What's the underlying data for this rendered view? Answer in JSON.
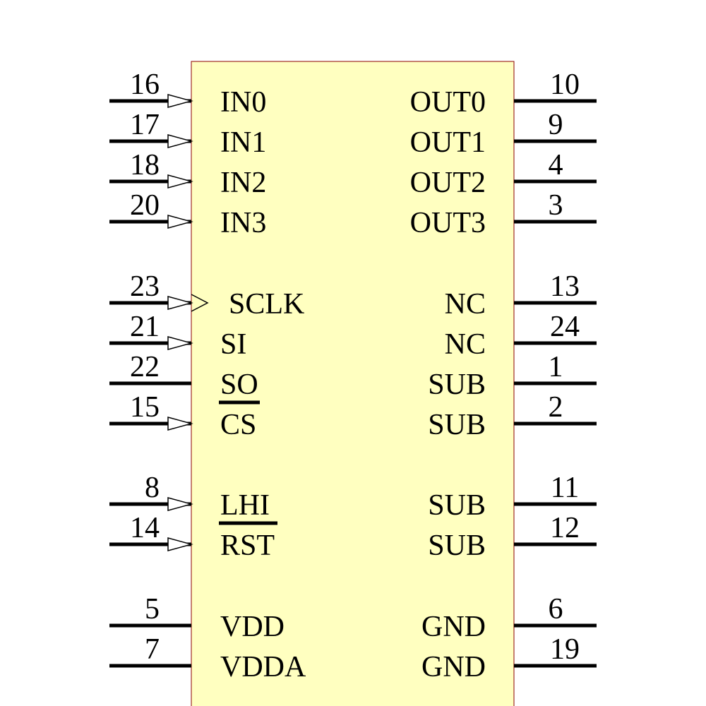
{
  "colors": {
    "body_fill": "#ffffc0",
    "body_stroke": "#8b0000",
    "pin": "#000000"
  },
  "left_pins": [
    {
      "number": "16",
      "name": "IN0",
      "direction": "input",
      "overbar": false
    },
    {
      "number": "17",
      "name": "IN1",
      "direction": "input",
      "overbar": false
    },
    {
      "number": "18",
      "name": "IN2",
      "direction": "input",
      "overbar": false
    },
    {
      "number": "20",
      "name": "IN3",
      "direction": "input",
      "overbar": false
    },
    {
      "number": "23",
      "name": "SCLK",
      "direction": "clock",
      "overbar": false
    },
    {
      "number": "21",
      "name": "SI",
      "direction": "input",
      "overbar": false
    },
    {
      "number": "22",
      "name": "SO",
      "direction": "output",
      "overbar": false
    },
    {
      "number": "15",
      "name": "CS",
      "direction": "input",
      "overbar": true
    },
    {
      "number": "8",
      "name": "LHI",
      "direction": "input",
      "overbar": false
    },
    {
      "number": "14",
      "name": "RST",
      "direction": "input",
      "overbar": true
    },
    {
      "number": "5",
      "name": "VDD",
      "direction": "power",
      "overbar": false
    },
    {
      "number": "7",
      "name": "VDDA",
      "direction": "power",
      "overbar": false
    }
  ],
  "right_pins": [
    {
      "number": "10",
      "name": "OUT0"
    },
    {
      "number": "9",
      "name": "OUT1"
    },
    {
      "number": "4",
      "name": "OUT2"
    },
    {
      "number": "3",
      "name": "OUT3"
    },
    {
      "number": "13",
      "name": "NC"
    },
    {
      "number": "24",
      "name": "NC"
    },
    {
      "number": "1",
      "name": "SUB"
    },
    {
      "number": "2",
      "name": "SUB"
    },
    {
      "number": "11",
      "name": "SUB"
    },
    {
      "number": "12",
      "name": "SUB"
    },
    {
      "number": "6",
      "name": "GND"
    },
    {
      "number": "19",
      "name": "GND"
    }
  ]
}
